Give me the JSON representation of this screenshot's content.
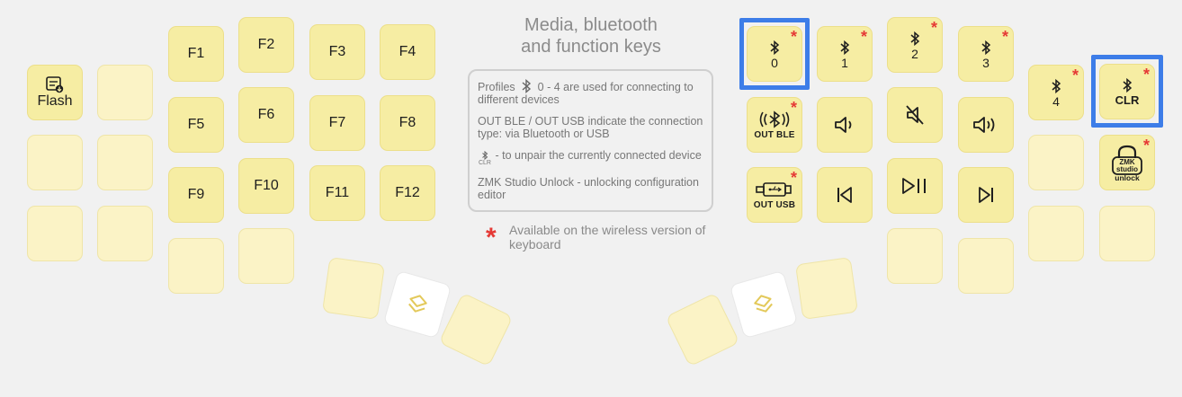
{
  "title": {
    "line1": "Media, bluetooth",
    "line2": "and function keys"
  },
  "legend": {
    "profiles_prefix": "Profiles",
    "profiles_suffix": "0 - 4 are used for connecting to different devices",
    "out_text": "OUT BLE / OUT USB indicate the connection type: via Bluetooth or USB",
    "clr_small": "CLR",
    "clr_text": "- to unpair the currently connected device",
    "studio_text": "ZMK Studio Unlock - unlocking configuration editor"
  },
  "note": {
    "text": "Available on the wireless version of keyboard"
  },
  "left": {
    "flash_label": "Flash",
    "f_keys": [
      "F1",
      "F2",
      "F3",
      "F4",
      "F5",
      "F6",
      "F7",
      "F8",
      "F9",
      "F10",
      "F11",
      "F12"
    ]
  },
  "right": {
    "bt0": "0",
    "bt1": "1",
    "bt2": "2",
    "bt3": "3",
    "bt4": "4",
    "clr": "CLR",
    "out_ble": "OUT BLE",
    "out_usb": "OUT USB",
    "studio": {
      "l1": "ZMK",
      "l2": "studio",
      "l3": "unlock"
    }
  },
  "icons": {
    "bluetooth": "bluetooth-icon",
    "flash": "flash-icon",
    "volume_down": "volume-down-icon",
    "mute": "mute-icon",
    "volume_up": "volume-up-icon",
    "previous": "previous-track-icon",
    "play_pause": "play-pause-icon",
    "next": "next-track-icon",
    "layer": "layer-icon",
    "lock": "lock-icon"
  },
  "colors": {
    "key": "#f6eda3",
    "key_light": "#fbf3c6",
    "highlight": "#3d7de8",
    "asterisk": "#e53935",
    "background": "#f1f1f1"
  }
}
